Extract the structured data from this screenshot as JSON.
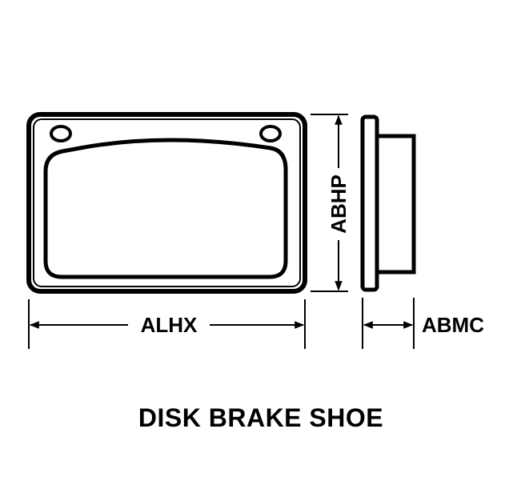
{
  "diagram": {
    "title": "DISK BRAKE SHOE",
    "dimensions": {
      "width": "ALHX",
      "height": "ABHP",
      "thickness": "ABMC"
    }
  },
  "colors": {
    "ink": "#000000",
    "background": "#ffffff"
  }
}
